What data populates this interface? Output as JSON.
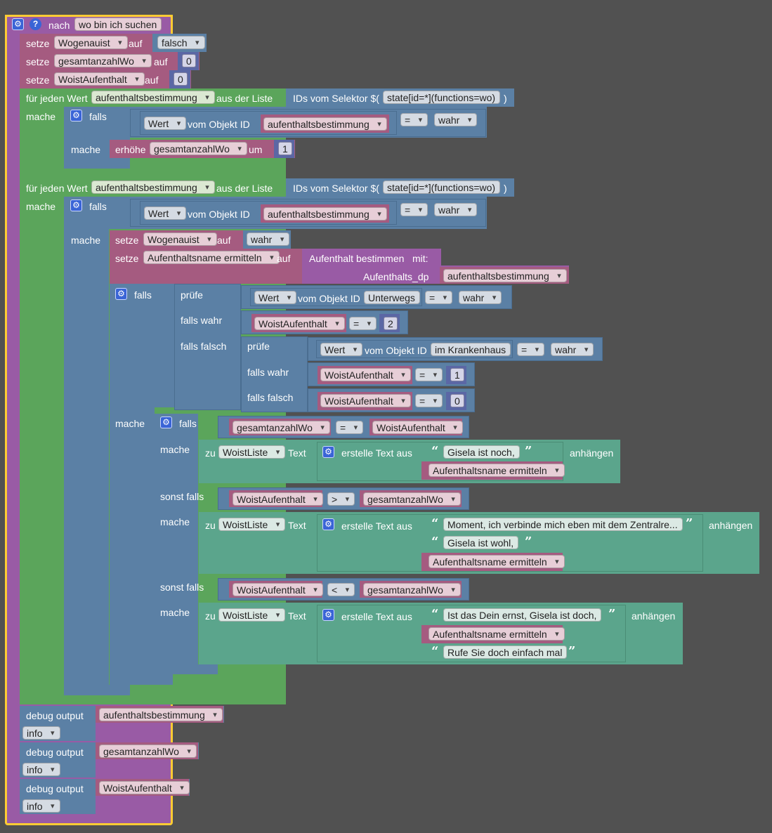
{
  "function_block": {
    "label": "nach",
    "name": "wo bin ich suchen"
  },
  "set1": {
    "setze": "setze",
    "var": "Wogenauist",
    "auf": "auf",
    "value": "falsch"
  },
  "set2": {
    "setze": "setze",
    "var": "gesamtanzahlWo",
    "auf": "auf",
    "value": "0"
  },
  "set3": {
    "setze": "setze",
    "var": "WoistAufenthalt",
    "auf": "auf",
    "value": "0"
  },
  "loop1": {
    "for_label": "für jeden Wert",
    "var": "aufenthaltsbestimmung",
    "list_label": "aus der Liste",
    "selector_label": "IDs vom Selektor $(",
    "selector": "state[id=*](functions=wo)",
    "selector_close": ")",
    "mache": "mache",
    "falls": "falls",
    "wert": "Wert",
    "vom_objekt": "vom Objekt ID",
    "obj_var": "aufenthaltsbestimmung",
    "op": "=",
    "val": "wahr",
    "mache2": "mache",
    "erhoehe": "erhöhe",
    "inc_var": "gesamtanzahlWo",
    "um": "um",
    "inc_val": "1"
  },
  "loop2": {
    "for_label": "für jeden Wert",
    "var": "aufenthaltsbestimmung",
    "list_label": "aus der Liste",
    "selector_label": "IDs vom Selektor $(",
    "selector": "state[id=*](functions=wo)",
    "selector_close": ")",
    "mache": "mache",
    "falls": "falls",
    "wert": "Wert",
    "vom_objekt": "vom Objekt ID",
    "obj_var": "aufenthaltsbestimmung",
    "op": "=",
    "val": "wahr",
    "mache2": "mache",
    "set_a": {
      "setze": "setze",
      "var": "Wogenauist",
      "auf": "auf",
      "value": "wahr"
    },
    "set_b": {
      "setze": "setze",
      "var": "Aufenthaltsname ermitteln",
      "auf": "auf",
      "func": "Aufenthalt bestimmen",
      "mit": "mit:",
      "param": "Aufenthalts_dp",
      "param_var": "aufenthaltsbestimmung"
    },
    "ternary": {
      "falls": "falls",
      "pruefe": "prüfe",
      "wert": "Wert",
      "vom_objekt": "vom Objekt ID",
      "obj1": "Unterwegs",
      "op": "=",
      "val": "wahr",
      "falls_wahr": "falls wahr",
      "w_var": "WoistAufenthalt",
      "w_op": "=",
      "w_val": "2",
      "falls_falsch": "falls falsch",
      "pruefe2": "prüfe",
      "wert2": "Wert",
      "vom_objekt2": "vom Objekt ID",
      "obj2": "im Krankenhaus",
      "op2": "=",
      "val2": "wahr",
      "falls_wahr2": "falls wahr",
      "w2_var": "WoistAufenthalt",
      "w2_op": "=",
      "w2_val": "1",
      "falls_falsch2": "falls falsch",
      "f2_var": "WoistAufenthalt",
      "f2_op": "=",
      "f2_val": "0"
    },
    "mache3": "mache",
    "if2": {
      "falls": "falls",
      "c1_a": "gesamtanzahlWo",
      "c1_op": "=",
      "c1_b": "WoistAufenthalt",
      "mache": "mache",
      "zu": "zu",
      "list": "WoistListe",
      "text": "Text",
      "erstelle": "erstelle Text aus",
      "t1": "Gisela ist noch,",
      "t1_var": "Aufenthaltsname ermitteln",
      "anhaengen": "anhängen",
      "sonst_falls": "sonst falls",
      "c2_a": "WoistAufenthalt",
      "c2_op": ">",
      "c2_b": "gesamtanzahlWo",
      "mache2": "mache",
      "t2a": "Moment, ich verbinde mich eben mit dem Zentralre...",
      "t2b": "Gisela ist wohl,",
      "t2_var": "Aufenthaltsname ermitteln",
      "sonst_falls2": "sonst falls",
      "c3_a": "WoistAufenthalt",
      "c3_op": "<",
      "c3_b": "gesamtanzahlWo",
      "mache3": "mache",
      "t3a": "Ist das Dein ernst,  Gisela ist doch,",
      "t3_var": "Aufenthaltsname ermitteln",
      "t3b": "Rufe Sie doch einfach mal"
    }
  },
  "debug": [
    {
      "label": "debug output",
      "var": "aufenthaltsbestimmung",
      "level": "info"
    },
    {
      "label": "debug output",
      "var": "gesamtanzahlWo",
      "level": "info"
    },
    {
      "label": "debug output",
      "var": "WoistAufenthalt",
      "level": "info"
    }
  ],
  "colors": {
    "background": "#515151",
    "procedure": "#995ba5",
    "variables": "#a55b80",
    "loops": "#5ba55b",
    "logic": "#5b80a5",
    "text": "#5ba58c",
    "math": "#5b67a5",
    "highlight": "#fc3"
  }
}
